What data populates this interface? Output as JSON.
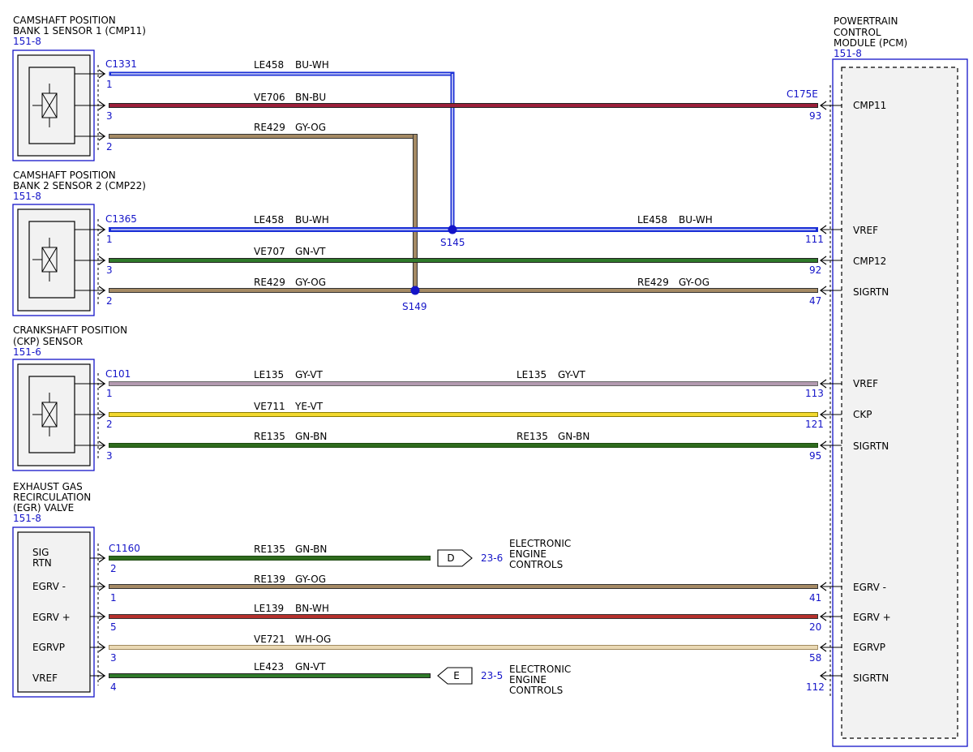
{
  "components": {
    "cmp11": {
      "title": [
        "CAMSHAFT POSITION",
        "BANK 1 SENSOR 1 (CMP11)"
      ],
      "ref": "151-8",
      "connector": "C1331"
    },
    "cmp22": {
      "title": [
        "CAMSHAFT POSITION",
        "BANK 2 SENSOR 2 (CMP22)"
      ],
      "ref": "151-8",
      "connector": "C1365"
    },
    "ckp": {
      "title": [
        "CRANKSHAFT POSITION",
        "(CKP) SENSOR"
      ],
      "ref": "151-6",
      "connector": "C101"
    },
    "egr": {
      "title": [
        "EXHAUST GAS",
        "RECIRCULATION",
        "(EGR) VALVE"
      ],
      "ref": "151-8",
      "connector": "C1160",
      "pins": [
        [
          "SIG",
          "RTN"
        ],
        [
          "EGRV -"
        ],
        [
          "EGRV +"
        ],
        [
          "EGRVP"
        ],
        [
          "VREF"
        ]
      ]
    },
    "pcm": {
      "title": [
        "POWERTRAIN",
        "CONTROL",
        "MODULE (PCM)"
      ],
      "ref": "151-8",
      "connector": "C175E"
    }
  },
  "splices": [
    "S145",
    "S149"
  ],
  "wires": [
    {
      "id": "w1",
      "pin": "1",
      "circuit": "LE458",
      "color": "BU-WH",
      "pcm_pin": "",
      "pcm_signal": "",
      "circuit2": "",
      "color2": ""
    },
    {
      "id": "w2",
      "pin": "3",
      "circuit": "VE706",
      "color": "BN-BU",
      "pcm_pin": "93",
      "pcm_signal": "CMP11",
      "circuit2": "",
      "color2": ""
    },
    {
      "id": "w3",
      "pin": "2",
      "circuit": "RE429",
      "color": "GY-OG",
      "pcm_pin": "",
      "pcm_signal": "",
      "circuit2": "",
      "color2": ""
    },
    {
      "id": "w4",
      "pin": "1",
      "circuit": "LE458",
      "color": "BU-WH",
      "pcm_pin": "111",
      "pcm_signal": "VREF",
      "circuit2": "LE458",
      "color2": "BU-WH"
    },
    {
      "id": "w5",
      "pin": "3",
      "circuit": "VE707",
      "color": "GN-VT",
      "pcm_pin": "92",
      "pcm_signal": "CMP12",
      "circuit2": "",
      "color2": ""
    },
    {
      "id": "w6",
      "pin": "2",
      "circuit": "RE429",
      "color": "GY-OG",
      "pcm_pin": "47",
      "pcm_signal": "SIGRTN",
      "circuit2": "RE429",
      "color2": "GY-OG"
    },
    {
      "id": "w7",
      "pin": "1",
      "circuit": "LE135",
      "color": "GY-VT",
      "pcm_pin": "113",
      "pcm_signal": "VREF",
      "circuit2": "LE135",
      "color2": "GY-VT"
    },
    {
      "id": "w8",
      "pin": "2",
      "circuit": "VE711",
      "color": "YE-VT",
      "pcm_pin": "121",
      "pcm_signal": "CKP",
      "circuit2": "",
      "color2": ""
    },
    {
      "id": "w9",
      "pin": "3",
      "circuit": "RE135",
      "color": "GN-BN",
      "pcm_pin": "95",
      "pcm_signal": "SIGRTN",
      "circuit2": "RE135",
      "color2": "GN-BN"
    },
    {
      "id": "w10",
      "pin": "2",
      "circuit": "RE135",
      "color": "GN-BN",
      "pcm_pin": "",
      "pcm_signal": "",
      "circuit2": "",
      "color2": ""
    },
    {
      "id": "w11",
      "pin": "1",
      "circuit": "RE139",
      "color": "GY-OG",
      "pcm_pin": "41",
      "pcm_signal": "EGRV -",
      "circuit2": "",
      "color2": ""
    },
    {
      "id": "w12",
      "pin": "5",
      "circuit": "LE139",
      "color": "BN-WH",
      "pcm_pin": "20",
      "pcm_signal": "EGRV +",
      "circuit2": "",
      "color2": ""
    },
    {
      "id": "w13",
      "pin": "3",
      "circuit": "VE721",
      "color": "WH-OG",
      "pcm_pin": "58",
      "pcm_signal": "EGRVP",
      "circuit2": "",
      "color2": ""
    },
    {
      "id": "w14",
      "pin": "4",
      "circuit": "LE423",
      "color": "GN-VT",
      "pcm_pin": "112",
      "pcm_signal": "SIGRTN",
      "circuit2": "",
      "color2": ""
    }
  ],
  "offpage": [
    {
      "letter": "D",
      "ref": "23-6",
      "label": [
        "ELECTRONIC",
        "ENGINE",
        "CONTROLS"
      ]
    },
    {
      "letter": "E",
      "ref": "23-5",
      "label": [
        "ELECTRONIC",
        "ENGINE",
        "CONTROLS"
      ]
    }
  ],
  "colors": {
    "link_blue": "#1414c8",
    "BU": "#1a2fd6",
    "BN-BU": "#9c1f3a",
    "GY-OG": "#a58a64",
    "GN-VT": "#2f7a2a",
    "GY-VT": "#b39ab0",
    "YE-VT": "#f2d82e",
    "GN-BN": "#2e6b1d",
    "BN-WH": "#b5302c",
    "WH-OG": "#ead9b4"
  }
}
